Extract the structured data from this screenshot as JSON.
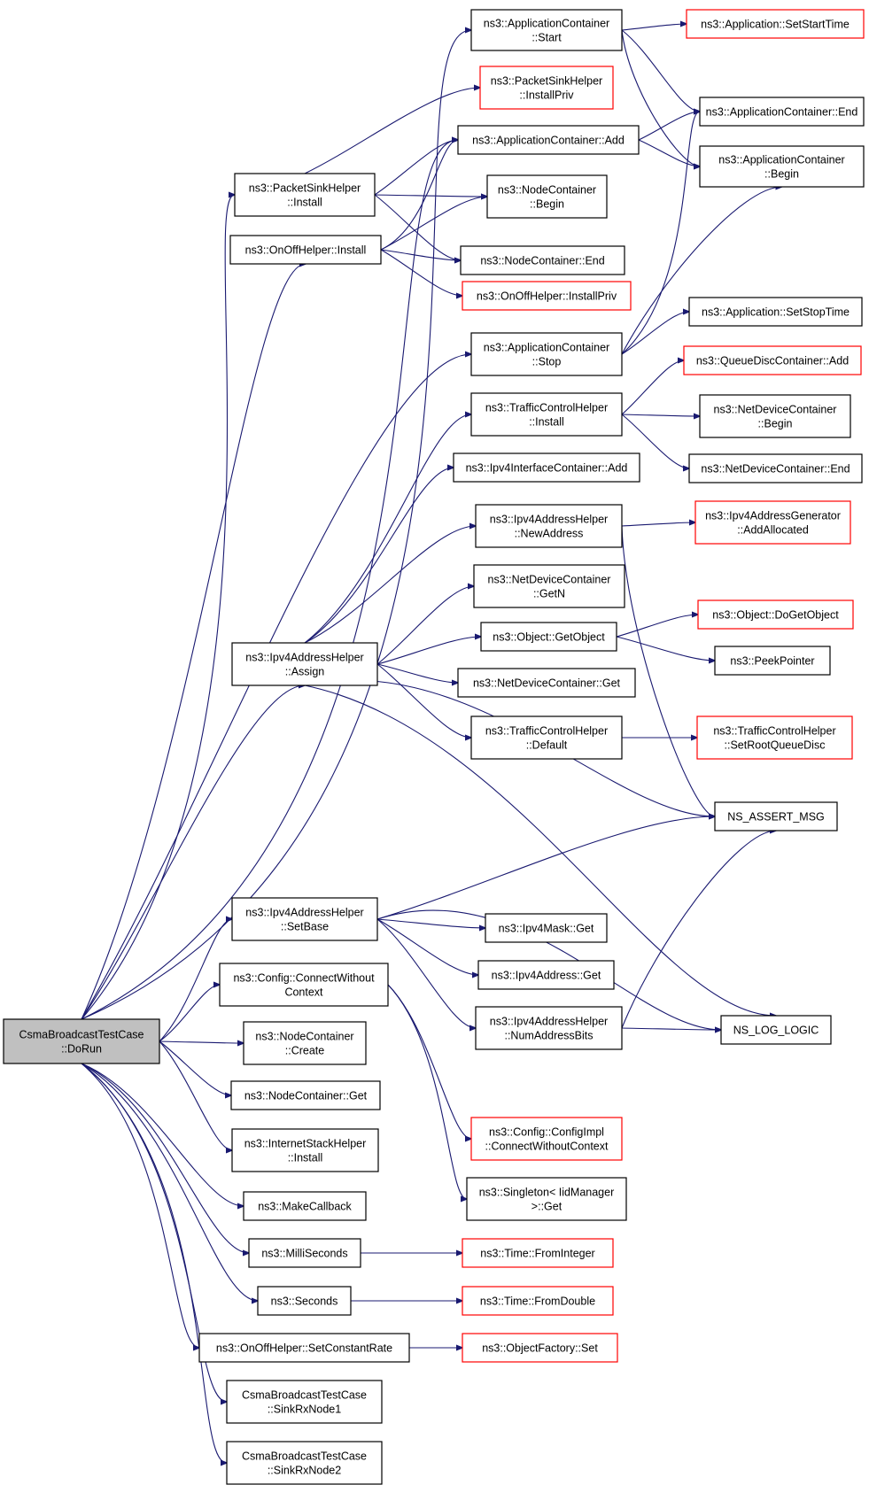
{
  "diagram": {
    "nodes": [
      {
        "id": "dorun",
        "lines": [
          "CsmaBroadcastTestCase",
          "::DoRun"
        ],
        "root": true
      },
      {
        "id": "appc_start",
        "lines": [
          "ns3::ApplicationContainer",
          "::Start"
        ]
      },
      {
        "id": "app_setstarttime",
        "lines": [
          "ns3::Application::SetStartTime"
        ],
        "red": true
      },
      {
        "id": "psh_installpriv",
        "lines": [
          "ns3::PacketSinkHelper",
          "::InstallPriv"
        ],
        "red": true
      },
      {
        "id": "appc_end",
        "lines": [
          "ns3::ApplicationContainer::End"
        ]
      },
      {
        "id": "appc_add",
        "lines": [
          "ns3::ApplicationContainer::Add"
        ]
      },
      {
        "id": "appc_begin",
        "lines": [
          "ns3::ApplicationContainer",
          "::Begin"
        ]
      },
      {
        "id": "psh_install",
        "lines": [
          "ns3::PacketSinkHelper",
          "::Install"
        ]
      },
      {
        "id": "nc_begin",
        "lines": [
          "ns3::NodeContainer",
          "::Begin"
        ]
      },
      {
        "id": "onoff_install",
        "lines": [
          "ns3::OnOffHelper::Install"
        ]
      },
      {
        "id": "nc_end",
        "lines": [
          "ns3::NodeContainer::End"
        ]
      },
      {
        "id": "onoff_installpriv",
        "lines": [
          "ns3::OnOffHelper::InstallPriv"
        ],
        "red": true
      },
      {
        "id": "app_setstoptime",
        "lines": [
          "ns3::Application::SetStopTime"
        ]
      },
      {
        "id": "appc_stop",
        "lines": [
          "ns3::ApplicationContainer",
          "::Stop"
        ]
      },
      {
        "id": "qdc_add",
        "lines": [
          "ns3::QueueDiscContainer::Add"
        ],
        "red": true
      },
      {
        "id": "tch_install",
        "lines": [
          "ns3::TrafficControlHelper",
          "::Install"
        ]
      },
      {
        "id": "ndc_begin",
        "lines": [
          "ns3::NetDeviceContainer",
          "::Begin"
        ]
      },
      {
        "id": "ndc_end",
        "lines": [
          "ns3::NetDeviceContainer::End"
        ]
      },
      {
        "id": "ipv4ic_add",
        "lines": [
          "ns3::Ipv4InterfaceContainer::Add"
        ]
      },
      {
        "id": "ipv4ah_newaddress",
        "lines": [
          "ns3::Ipv4AddressHelper",
          "::NewAddress"
        ]
      },
      {
        "id": "ipv4ag_addallocated",
        "lines": [
          "ns3::Ipv4AddressGenerator",
          "::AddAllocated"
        ],
        "red": true
      },
      {
        "id": "ndc_getn",
        "lines": [
          "ns3::NetDeviceContainer",
          "::GetN"
        ]
      },
      {
        "id": "obj_dogetobject",
        "lines": [
          "ns3::Object::DoGetObject"
        ],
        "red": true
      },
      {
        "id": "obj_getobject",
        "lines": [
          "ns3::Object::GetObject"
        ]
      },
      {
        "id": "ipv4ah_assign",
        "lines": [
          "ns3::Ipv4AddressHelper",
          "::Assign"
        ]
      },
      {
        "id": "peekpointer",
        "lines": [
          "ns3::PeekPointer"
        ]
      },
      {
        "id": "ndc_get",
        "lines": [
          "ns3::NetDeviceContainer::Get"
        ]
      },
      {
        "id": "tch_default",
        "lines": [
          "ns3::TrafficControlHelper",
          "::Default"
        ]
      },
      {
        "id": "tch_setrootqueuedisc",
        "lines": [
          "ns3::TrafficControlHelper",
          "::SetRootQueueDisc"
        ],
        "red": true
      },
      {
        "id": "ns_assert_msg",
        "lines": [
          "NS_ASSERT_MSG"
        ]
      },
      {
        "id": "ipv4ah_setbase",
        "lines": [
          "ns3::Ipv4AddressHelper",
          "::SetBase"
        ]
      },
      {
        "id": "ipv4mask_get",
        "lines": [
          "ns3::Ipv4Mask::Get"
        ]
      },
      {
        "id": "cfg_connect",
        "lines": [
          "ns3::Config::ConnectWithout",
          "Context"
        ]
      },
      {
        "id": "ipv4addr_get",
        "lines": [
          "ns3::Ipv4Address::Get"
        ]
      },
      {
        "id": "ipv4ah_numaddressbits",
        "lines": [
          "ns3::Ipv4AddressHelper",
          "::NumAddressBits"
        ]
      },
      {
        "id": "ns_log_logic",
        "lines": [
          "NS_LOG_LOGIC"
        ]
      },
      {
        "id": "nc_create",
        "lines": [
          "ns3::NodeContainer",
          "::Create"
        ]
      },
      {
        "id": "nc_get",
        "lines": [
          "ns3::NodeContainer::Get"
        ]
      },
      {
        "id": "cfgimpl_connect",
        "lines": [
          "ns3::Config::ConfigImpl",
          "::ConnectWithoutContext"
        ],
        "red": true
      },
      {
        "id": "ish_install",
        "lines": [
          "ns3::InternetStackHelper",
          "::Install"
        ]
      },
      {
        "id": "singleton_get",
        "lines": [
          "ns3::Singleton< IidManager",
          " >::Get"
        ]
      },
      {
        "id": "makecallback",
        "lines": [
          "ns3::MakeCallback"
        ]
      },
      {
        "id": "milliseconds",
        "lines": [
          "ns3::MilliSeconds"
        ]
      },
      {
        "id": "time_frominteger",
        "lines": [
          "ns3::Time::FromInteger"
        ],
        "red": true
      },
      {
        "id": "seconds",
        "lines": [
          "ns3::Seconds"
        ]
      },
      {
        "id": "time_fromdouble",
        "lines": [
          "ns3::Time::FromDouble"
        ],
        "red": true
      },
      {
        "id": "onoff_setconstantrate",
        "lines": [
          "ns3::OnOffHelper::SetConstantRate"
        ]
      },
      {
        "id": "objfactory_set",
        "lines": [
          "ns3::ObjectFactory::Set"
        ],
        "red": true
      },
      {
        "id": "sinkrxnode1",
        "lines": [
          "CsmaBroadcastTestCase",
          "::SinkRxNode1"
        ]
      },
      {
        "id": "sinkrxnode2",
        "lines": [
          "CsmaBroadcastTestCase",
          "::SinkRxNode2"
        ]
      }
    ]
  }
}
